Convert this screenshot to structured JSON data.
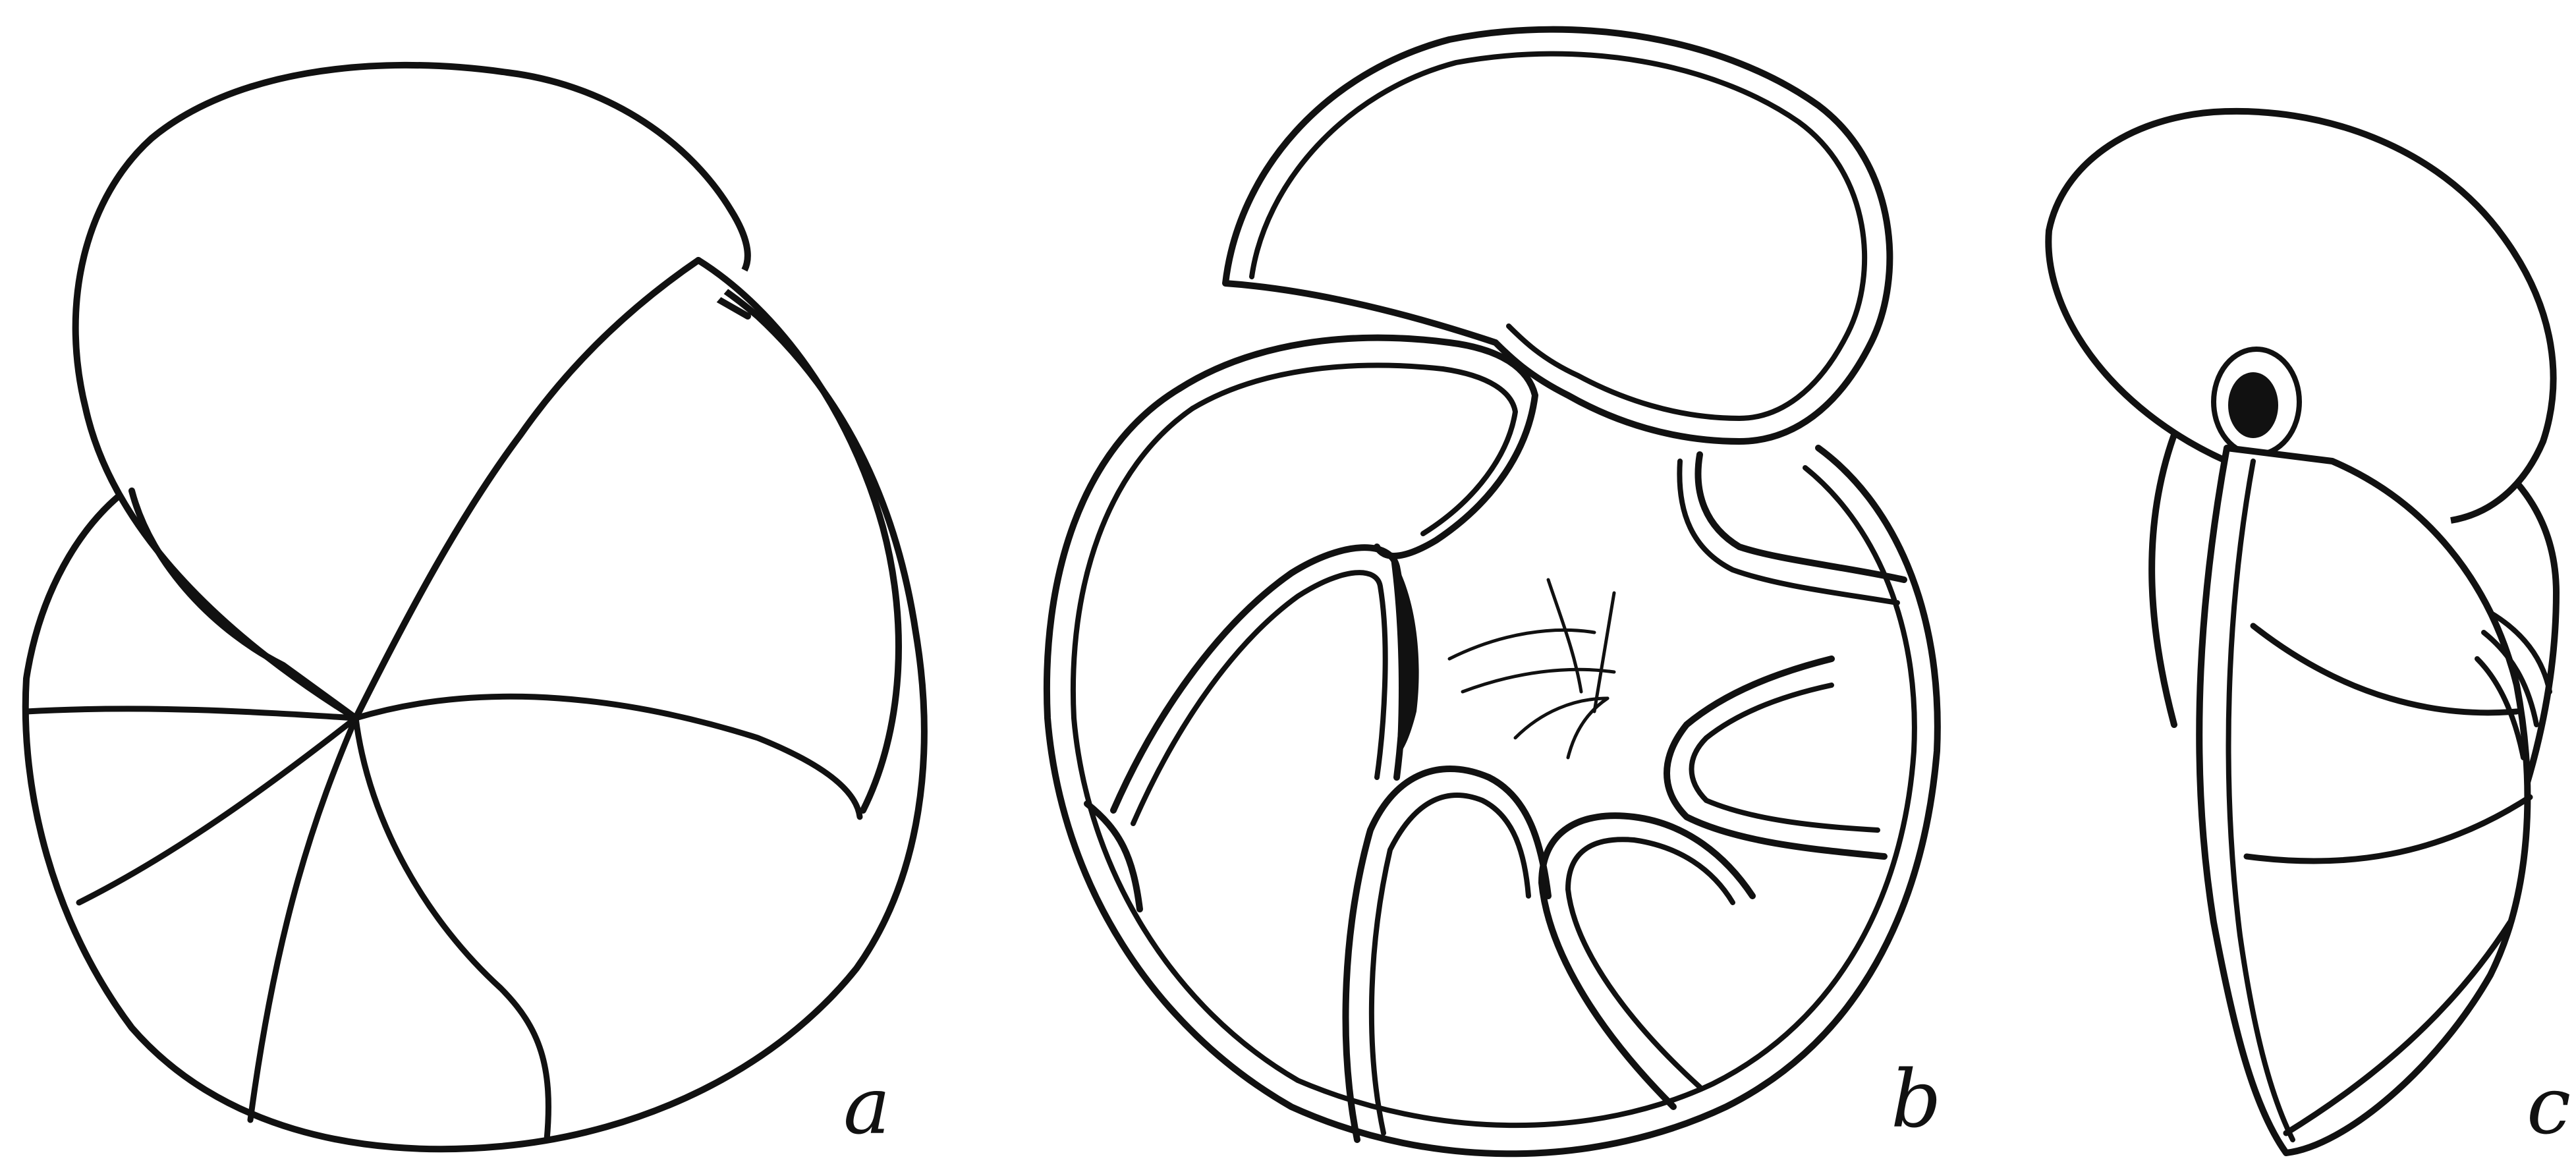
{
  "figure": {
    "panels": [
      {
        "id": "a",
        "label": "a",
        "view": "spiral-side"
      },
      {
        "id": "b",
        "label": "b",
        "view": "umbilical-side"
      },
      {
        "id": "c",
        "label": "c",
        "view": "edge-view"
      }
    ],
    "colors": {
      "ink": "#111111",
      "paper": "#ffffff"
    }
  }
}
